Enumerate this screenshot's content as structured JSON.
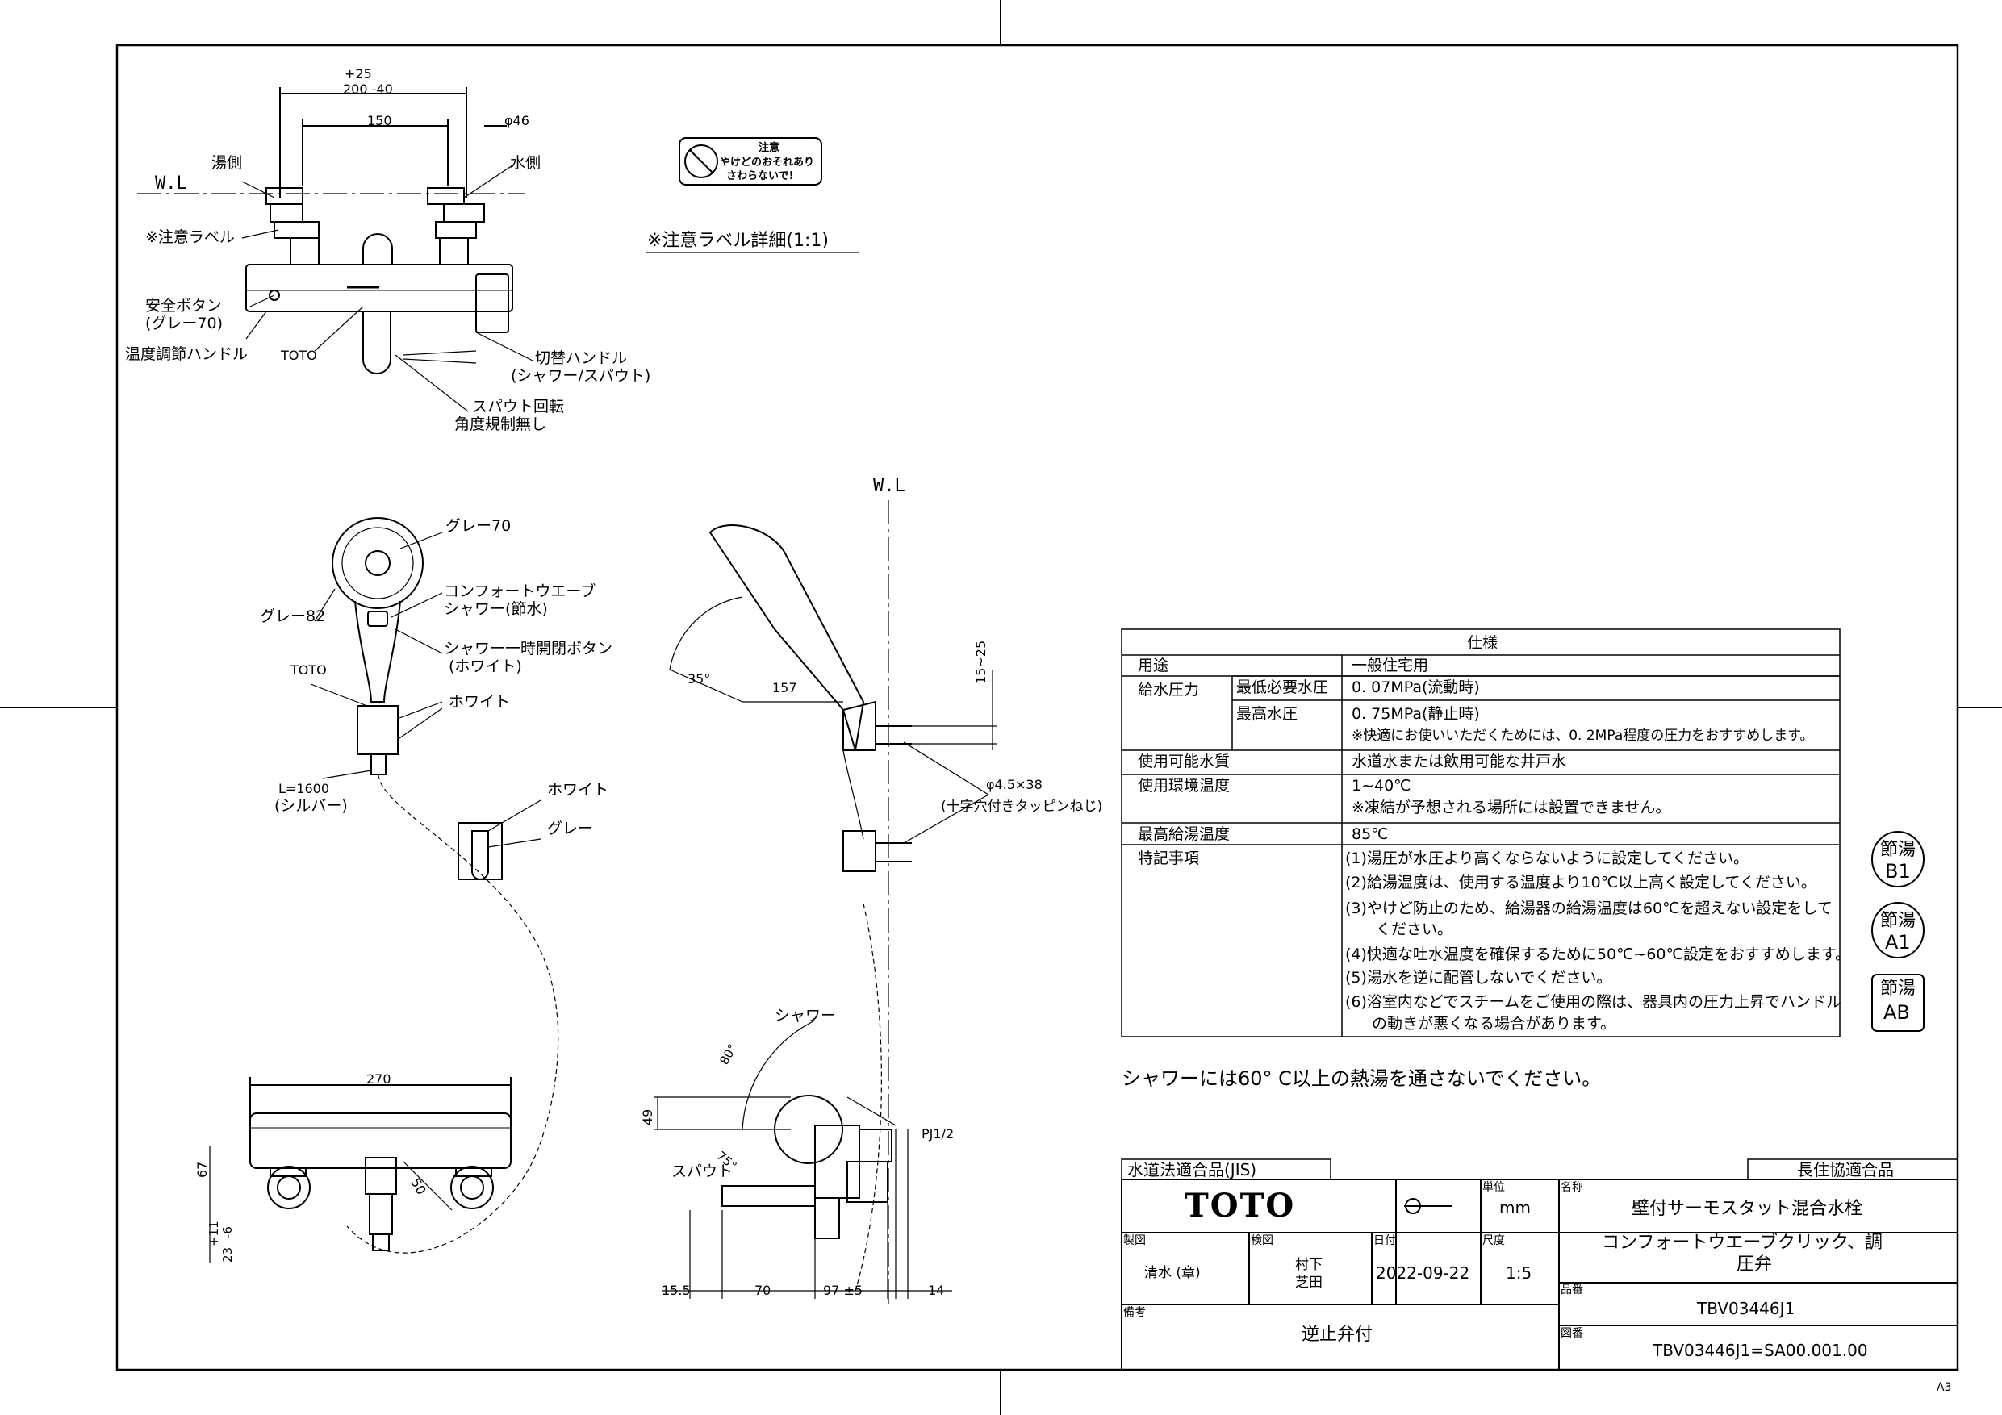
{
  "drawing": {
    "dims_top": {
      "tol_plus": "+25",
      "main": "200 -40",
      "span": "150",
      "dia": "φ46"
    },
    "wl": "W.L",
    "wl_side": "W.L",
    "callouts_front": {
      "hot_side": "湯側",
      "cold_side": "水側",
      "caution_label": "※注意ラベル",
      "safety_button": "安全ボタン",
      "safety_button_color": "(グレー70)",
      "temp_handle": "温度調節ハンドル",
      "brand": "TOTO",
      "switch_handle": "切替ハンドル",
      "switch_handle_sub": "(シャワー/スパウト)",
      "spout_rotation": "スパウト回転",
      "spout_rotation_sub": "角度規制無し"
    },
    "caution_label_detail": "※注意ラベル詳細(1:1)",
    "warning_sticker": {
      "title": "注意",
      "line1": "やけどのおそれあり",
      "line2": "さわらないで!"
    },
    "shower_callouts": {
      "gray70": "グレー70",
      "comfort_wave": "コンフォートウエーブ",
      "comfort_wave_sub": "シャワー(節水)",
      "gray82": "グレー82",
      "pause_button": "シャワー一時開閉ボタン",
      "pause_button_sub": "(ホワイト)",
      "brand": "TOTO",
      "white": "ホワイト",
      "hose_length": "L=1600",
      "hose_color": "(シルバー)",
      "holder_white": "ホワイト",
      "holder_gray": "グレー"
    },
    "side_dims": {
      "angle35": "35°",
      "d157": "157",
      "d15_25": "15~25",
      "screw": "φ4.5×38",
      "screw_sub": "(十字穴付きタッピンねじ)"
    },
    "bottom_front": {
      "d270": "270",
      "d67": "67",
      "d50": "50",
      "d23": "23",
      "d11": "+11",
      "d6": "-6"
    },
    "bottom_side": {
      "shower": "シャワー",
      "spout": "スパウト",
      "angle80": "80°",
      "angle75": "75°",
      "d49": "49",
      "pj": "PJ1/2",
      "d15_5": "15.5",
      "d70": "70",
      "d97": "97 ±5",
      "d14": "14"
    }
  },
  "spec": {
    "title": "仕様",
    "rows": [
      {
        "label": "用途",
        "value": "一般住宅用"
      },
      {
        "label": "給水圧力",
        "sub": "最低必要水圧",
        "value": "0. 07MPa(流動時)"
      },
      {
        "sub": "最高水圧",
        "value": "0. 75MPa(静止時)",
        "note": "※快適にお使いいただくためには、0. 2MPa程度の圧力をおすすめします。"
      },
      {
        "label": "使用可能水質",
        "value": "水道水または飲用可能な井戸水"
      },
      {
        "label": "使用環境温度",
        "value": "1~40℃",
        "note": "※凍結が予想される場所には設置できません。"
      },
      {
        "label": "最高給湯温度",
        "value": "85℃"
      },
      {
        "label": "特記事項",
        "items": [
          "(1)湯圧が水圧より高くならないように設定してください。",
          "(2)給湯温度は、使用する温度より10℃以上高く設定してください。",
          "(3)やけど防止のため、給湯器の給湯温度は60℃を超えない設定をして",
          "ください。",
          "(4)快適な吐水温度を確保するために50℃~60℃設定をおすすめします。",
          "(5)湯水を逆に配管しないでください。",
          "(6)浴室内などでスチームをご使用の際は、器具内の圧力上昇でハンドル",
          "の動きが悪くなる場合があります。"
        ]
      }
    ]
  },
  "badges": [
    {
      "line1": "節湯",
      "line2": "B1",
      "shape": "ellipse"
    },
    {
      "line1": "節湯",
      "line2": "A1",
      "shape": "ellipse"
    },
    {
      "line1": "節湯",
      "line2": "AB",
      "shape": "rect"
    }
  ],
  "warning": "シャワーには60° C以上の熱湯を通さないでください。",
  "titleblock": {
    "jis": "水道法適合品(JIS)",
    "chojukyo": "長住協適合品",
    "logo": "TOTO",
    "unit_label": "単位",
    "unit": "mm",
    "name_label": "名称",
    "name": "壁付サーモスタット混合水栓",
    "name2_line1": "コンフォートウエーブクリック、調",
    "name2_line2": "圧弁",
    "drawn_label": "製図",
    "drawn": "清水 (章)",
    "checked_label": "検図",
    "checked1": "村下",
    "checked2": "芝田",
    "date_label": "日付",
    "date": "2022-09-22",
    "scale_label": "尺度",
    "scale": "1:5",
    "part_label": "品番",
    "part": "TBV03446J1",
    "remarks_label": "備考",
    "remarks": "逆止弁付",
    "drawing_label": "図番",
    "drawing_no": "TBV03446J1=SA00.001.00"
  },
  "sheet_size": "A3"
}
